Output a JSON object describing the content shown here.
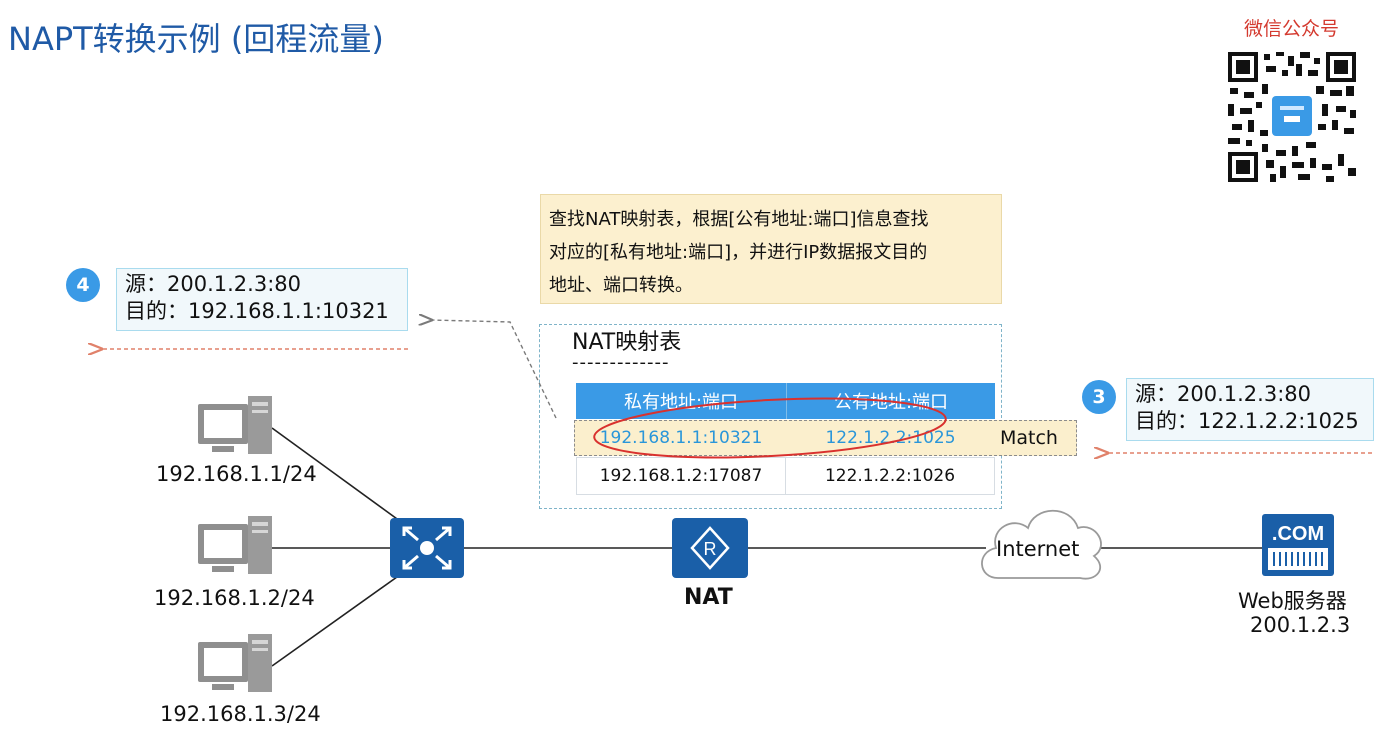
{
  "title": "NAPT转换示例 (回程流量)",
  "wechat_label": "微信公众号",
  "note": {
    "lines": [
      "查找NAT映射表，根据[公有地址:端口]信息查找",
      "对应的[私有地址:端口]，并进行IP数据报文目的",
      "地址、端口转换。"
    ]
  },
  "nat_table": {
    "title": "NAT映射表",
    "dashes": "-------------",
    "headers": [
      "私有地址:端口",
      "公有地址:端口"
    ],
    "rows": [
      [
        "192.168.1.1:10321",
        "122.1.2.2:1025"
      ],
      [
        "192.168.1.2:17087",
        "122.1.2.2:1026"
      ]
    ],
    "match_label": "Match"
  },
  "step4": {
    "badge": "4",
    "src": "源：200.1.2.3:80",
    "dst": "目的：192.168.1.1:10321"
  },
  "step3": {
    "badge": "3",
    "src": "源：200.1.2.3:80",
    "dst": "目的：122.1.2.2:1025"
  },
  "hosts": [
    "192.168.1.1/24",
    "192.168.1.2/24",
    "192.168.1.3/24"
  ],
  "nat_router_label": "NAT",
  "internet_label": "Internet",
  "web_server": {
    "icon_text": ".COM",
    "name": "Web服务器",
    "ip": "200.1.2.3"
  },
  "colors": {
    "title": "#1f5aa6",
    "accent_blue": "#3a9ae6",
    "device_blue": "#1a5fa8",
    "arrow_orange": "#e0816a",
    "note_bg": "#fcf0cf",
    "highlight_red": "#d9312e"
  }
}
